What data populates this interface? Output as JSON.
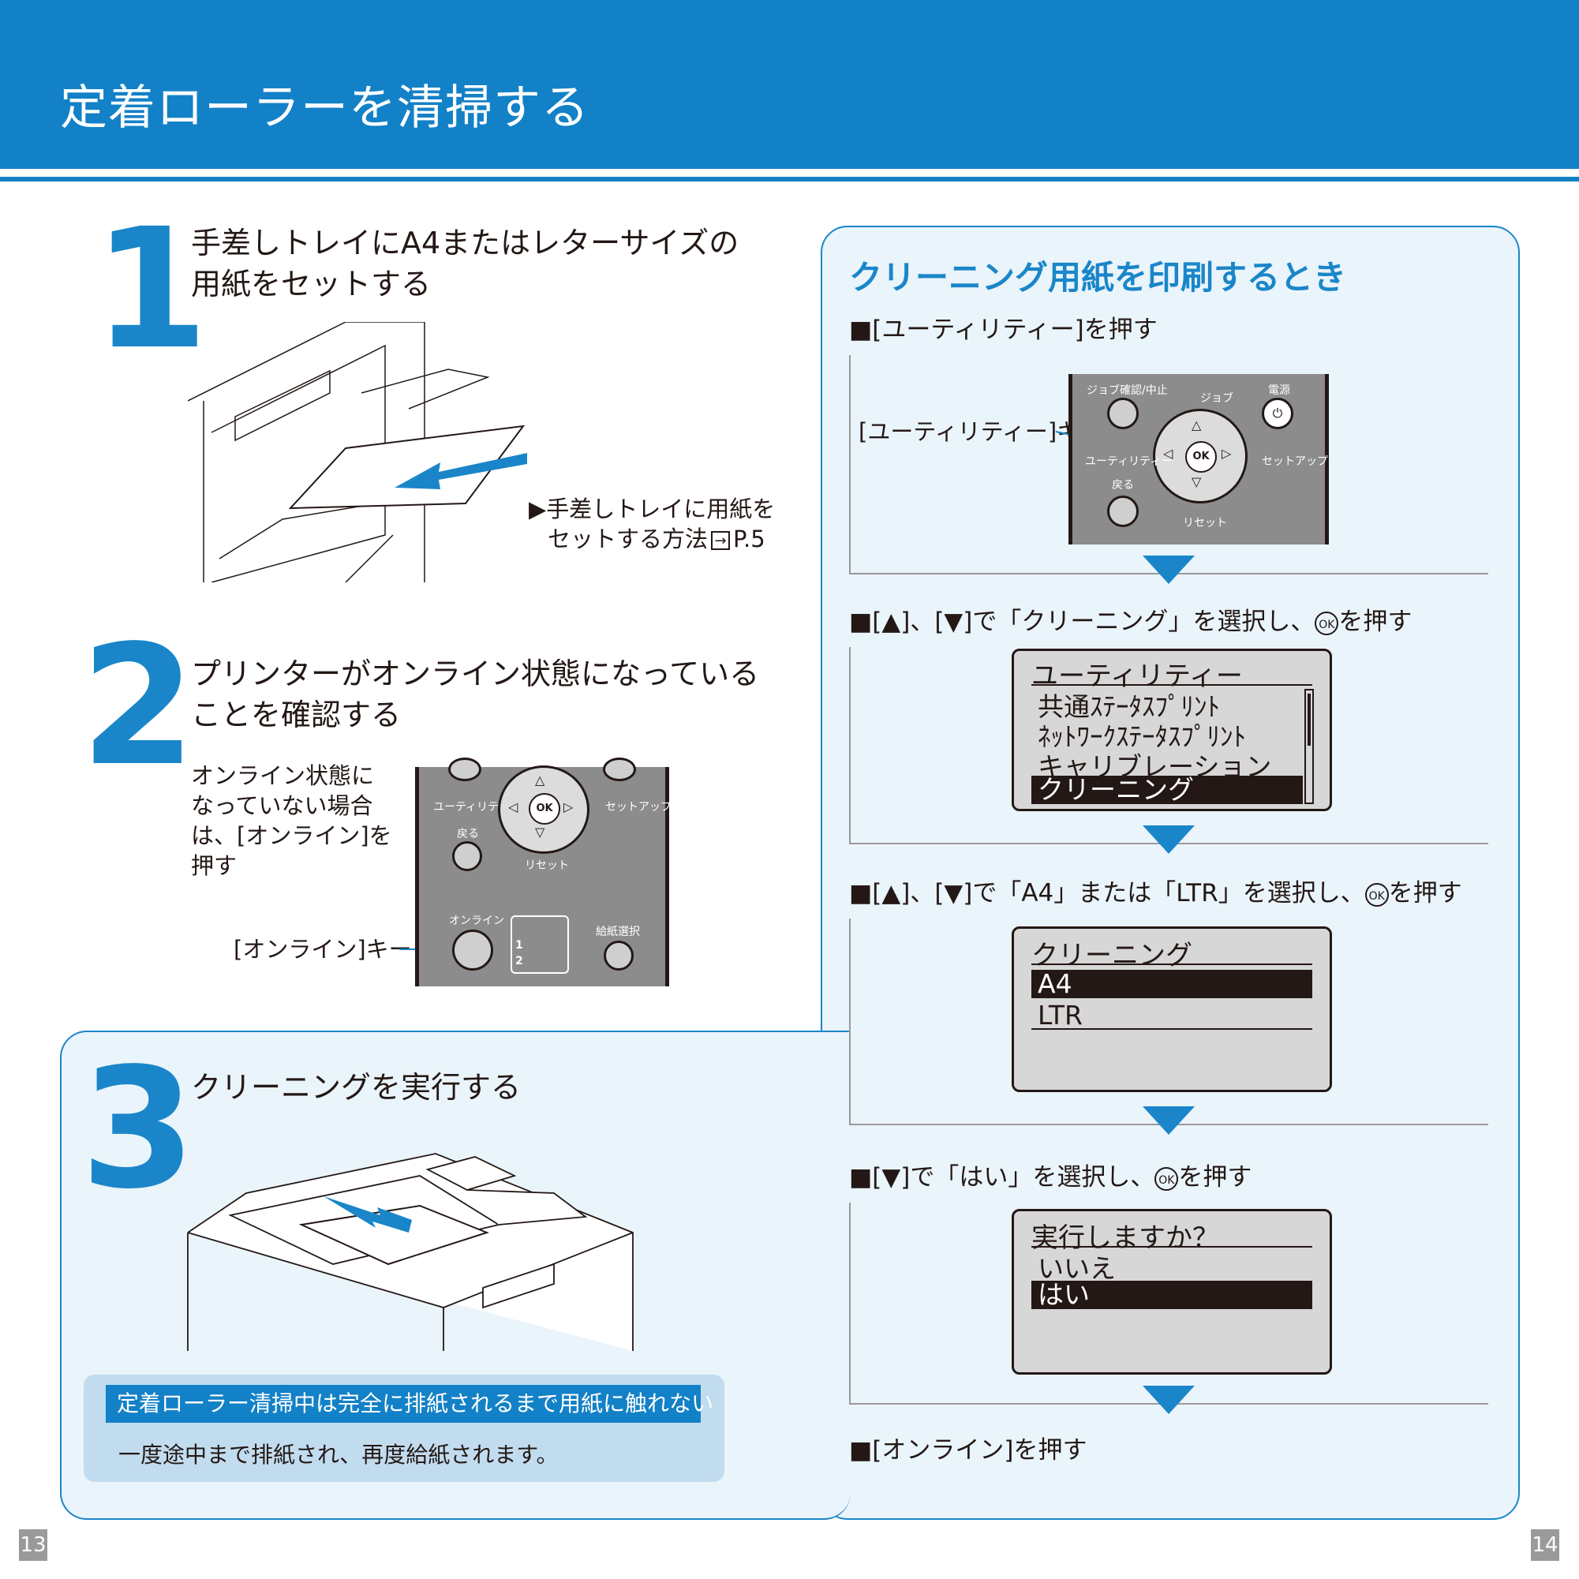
{
  "header": {
    "title": "定着ローラーを清掃する"
  },
  "step1": {
    "number": "1",
    "text_line1": "手差しトレイにA4またはレターサイズの",
    "text_line2": "用紙をセットする",
    "ref_line1": "▶手差しトレイに用紙を",
    "ref_line2": "セットする方法",
    "ref_page": "P.5"
  },
  "step2": {
    "number": "2",
    "text_line1": "プリンターがオンライン状態になっている",
    "text_line2": "ことを確認する",
    "note_lines": [
      "オンライン状態に",
      "なっていない場合",
      "は、[オンライン]を",
      "押す"
    ],
    "key_label": "[オンライン]キー",
    "panel": {
      "utility": "ユーティリティー",
      "setup": "セットアップ",
      "back": "戻る",
      "reset": "リセット",
      "online": "オンライン",
      "paper_select": "給紙選択",
      "ok": "OK",
      "tray1": "1",
      "tray2": "2"
    }
  },
  "step3": {
    "number": "3",
    "text": "クリーニングを実行する",
    "caution_title": "定着ローラー清掃中は完全に排紙されるまで用紙に触れない",
    "caution_body": "一度途中まで排紙され、再度給紙されます。"
  },
  "cleaning": {
    "heading": "クリーニング用紙を印刷するとき",
    "instr1": "■[ユーティリティー]を押す",
    "instr1_key_label": "[ユーティリティー]キー",
    "panel": {
      "job_confirm": "ジョブ確認/中止",
      "job": "ジョブ",
      "power": "電源",
      "utility": "ユーティリティー",
      "setup": "セットアップ",
      "back": "戻る",
      "reset": "リセット",
      "ok": "OK"
    },
    "instr2_a": "■[▲]、[▼]で「クリーニング」を選択し、",
    "instr2_b": "を押す",
    "lcd1": {
      "title": "ユーティリティー",
      "items": [
        "共通ｽﾃｰﾀｽﾌﾟﾘﾝﾄ",
        "ﾈｯﾄﾜｰｸｽﾃｰﾀｽﾌﾟﾘﾝﾄ",
        "キャリブレーション",
        "クリーニング"
      ],
      "selected": "クリーニング"
    },
    "instr3_a": "■[▲]、[▼]で「A4」または「LTR」を選択し、",
    "instr3_b": "を押す",
    "lcd2": {
      "title": "クリーニング",
      "items": [
        "A4",
        "LTR"
      ],
      "selected": "A4"
    },
    "instr4_a": "■[▼]で「はい」を選択し、",
    "instr4_b": "を押す",
    "lcd3": {
      "title": "実行しますか？",
      "items": [
        "いいえ",
        "はい"
      ],
      "selected": "はい"
    },
    "instr5": "■[オンライン]を押す",
    "ok_glyph": "OK"
  },
  "footer": {
    "page_left": "13",
    "page_right": "14"
  },
  "colors": {
    "brand_blue": "#1381c7",
    "panel_bg": "#eaf4fb",
    "note_bg": "#c2dcef",
    "lcd_bg": "#d7d7d7"
  }
}
